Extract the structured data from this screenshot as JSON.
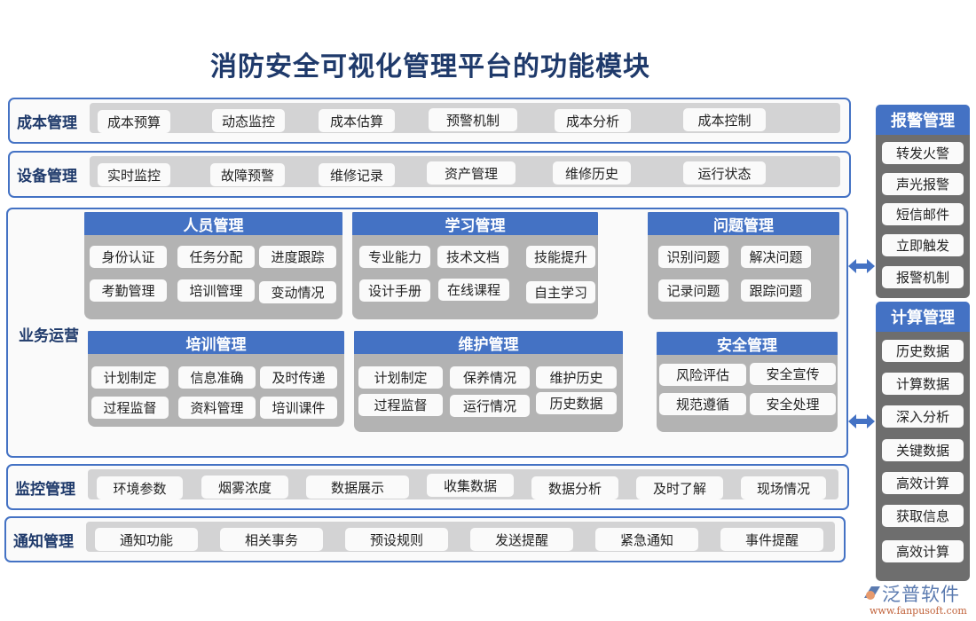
{
  "title": "消防安全可视化管理平台的功能模块",
  "colors": {
    "accent": "#4472c4",
    "title": "#1f3a6b",
    "strip": "#d3d3d4",
    "group_bg": "#b3b3b3",
    "side_bg": "#6e6e6e"
  },
  "rows": {
    "cost": {
      "label": "成本管理",
      "items": [
        "成本预算",
        "动态监控",
        "成本估算",
        "预警机制",
        "成本分析",
        "成本控制"
      ]
    },
    "equipment": {
      "label": "设备管理",
      "items": [
        "实时监控",
        "故障预警",
        "维修记录",
        "资产管理",
        "维修历史",
        "运行状态"
      ]
    },
    "monitor": {
      "label": "监控管理",
      "items": [
        "环境参数",
        "烟雾浓度",
        "数据展示",
        "收集数据",
        "数据分析",
        "及时了解",
        "现场情况"
      ]
    },
    "notify": {
      "label": "通知管理",
      "items": [
        "通知功能",
        "相关事务",
        "预设规则",
        "发送提醒",
        "紧急通知",
        "事件提醒"
      ]
    }
  },
  "operations": {
    "label": "业务运营",
    "groups": {
      "personnel": {
        "title": "人员管理",
        "items": [
          "身份认证",
          "任务分配",
          "进度跟踪",
          "考勤管理",
          "培训管理",
          "变动情况"
        ]
      },
      "learning": {
        "title": "学习管理",
        "items": [
          "专业能力",
          "技术文档",
          "技能提升",
          "设计手册",
          "在线课程",
          "自主学习"
        ]
      },
      "issues": {
        "title": "问题管理",
        "items": [
          "识别问题",
          "解决问题",
          "记录问题",
          "跟踪问题"
        ]
      },
      "training": {
        "title": "培训管理",
        "items": [
          "计划制定",
          "信息准确",
          "及时传递",
          "过程监督",
          "资料管理",
          "培训课件"
        ]
      },
      "maintenance": {
        "title": "维护管理",
        "items": [
          "计划制定",
          "保养情况",
          "维护历史",
          "过程监督",
          "运行情况",
          "历史数据"
        ]
      },
      "safety": {
        "title": "安全管理",
        "items": [
          "风险评估",
          "安全宣传",
          "规范遵循",
          "安全处理"
        ]
      }
    }
  },
  "side": {
    "alarm": {
      "title": "报警管理",
      "items": [
        "转发火警",
        "声光报警",
        "短信邮件",
        "立即触发",
        "报警机制"
      ]
    },
    "compute": {
      "title": "计算管理",
      "items": [
        "历史数据",
        "计算数据",
        "深入分析",
        "关键数据",
        "高效计算",
        "获取信息",
        "高效计算"
      ]
    }
  },
  "logo": {
    "name": "泛普软件",
    "url": "www.fanpusoft.com"
  }
}
